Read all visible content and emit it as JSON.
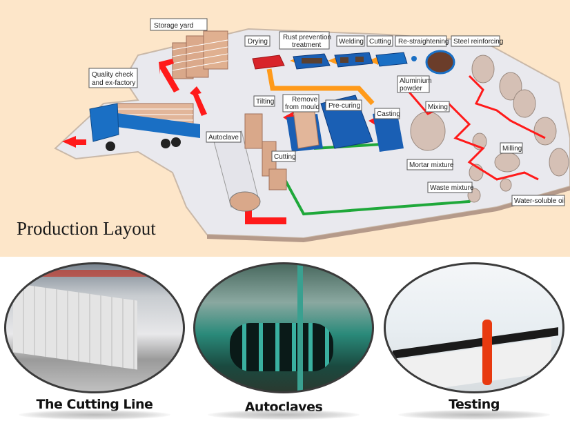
{
  "diagram": {
    "title": "Production Layout",
    "labels": {
      "storage_yard": "Storage yard",
      "quality_check_1": "Quality check",
      "quality_check_2": "and ex-factory",
      "drying": "Drying",
      "rust_1": "Rust prevention",
      "rust_2": "treatment",
      "welding": "Welding",
      "cutting_top": "Cutting",
      "re_straightening": "Re-straightening",
      "steel_reinforcing": "Steel reinforcing",
      "aluminium_1": "Aluminium",
      "aluminium_2": "powder",
      "tilting": "Tilting",
      "remove_1": "Remove",
      "remove_2": "from mould",
      "pre_curing": "Pre-curing",
      "casting": "Casting",
      "mixing": "Mixing",
      "autoclave": "Autoclave",
      "cutting_bottom": "Cutting",
      "milling": "Milling",
      "mortar_mixture": "Mortar mixture",
      "waste_mixture": "Waste mixture",
      "water_soluble_oil": "Water-soluble oil"
    },
    "colors": {
      "background": "#fde6c9",
      "floor": "#e9e9ee",
      "flow_red": "#ff1a1a",
      "flow_orange": "#ff9a1a",
      "flow_green": "#1fa83a",
      "machine_blue": "#1a6fc4",
      "product_tan": "#d9a88a"
    }
  },
  "photos": [
    {
      "caption": "The Cutting Line"
    },
    {
      "caption": "Autoclaves"
    },
    {
      "caption": "Testing"
    }
  ]
}
